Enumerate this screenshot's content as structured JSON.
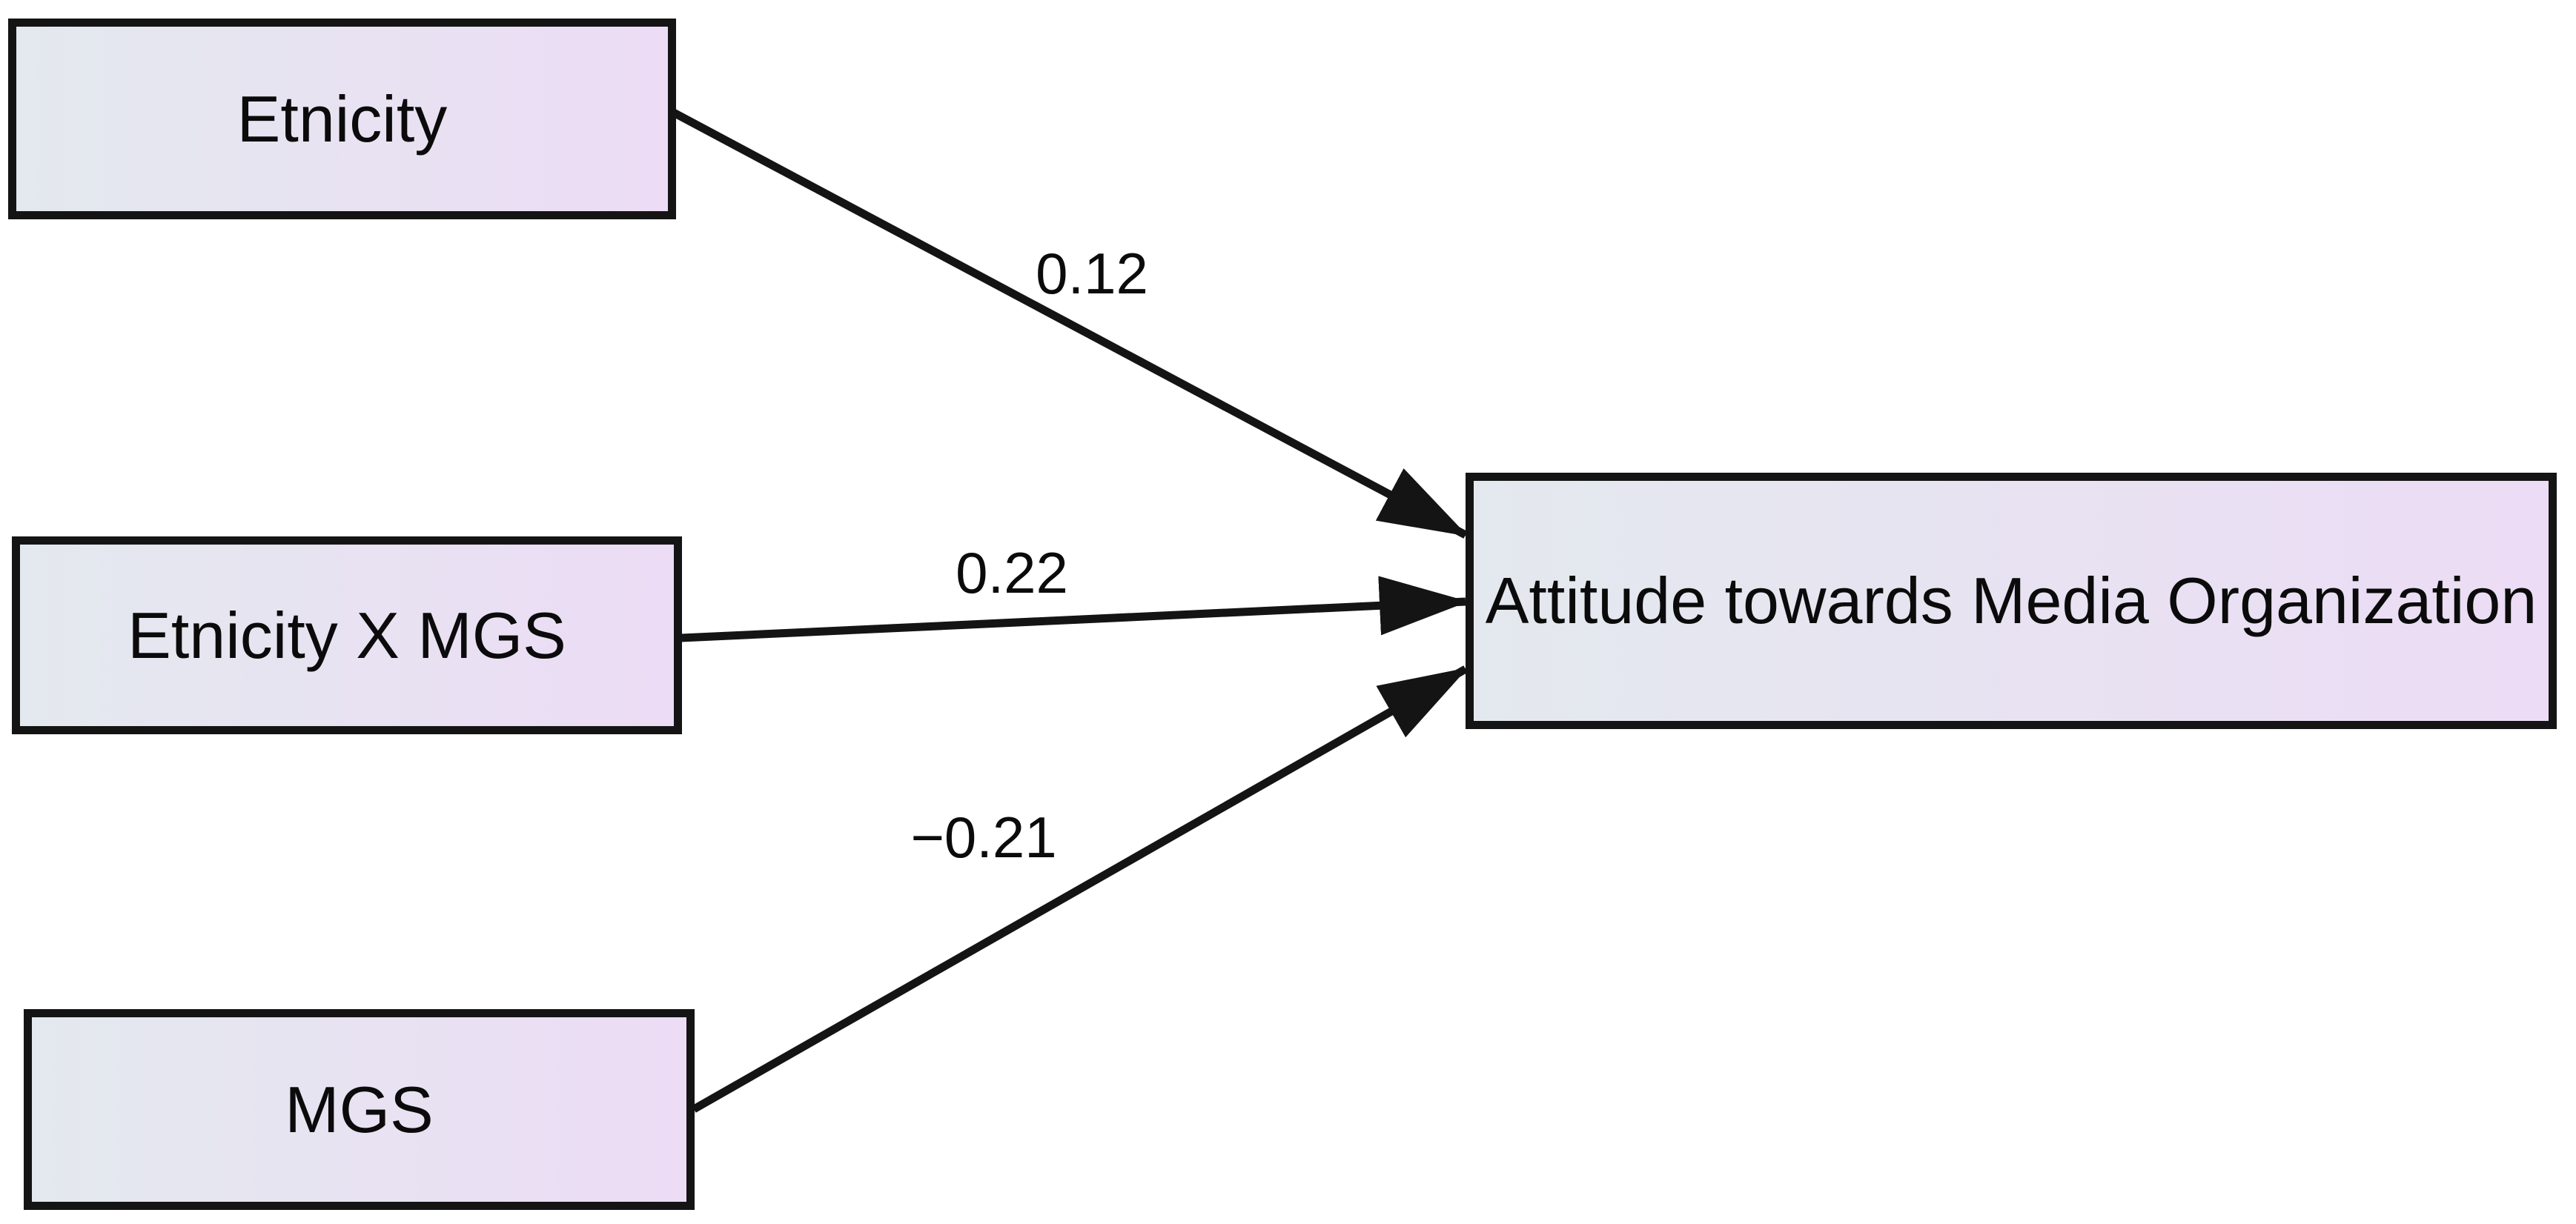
{
  "colors": {
    "bg": "#ffffff",
    "node-fill-left": "#e3e9ee",
    "node-fill-right": "#ecdcf5",
    "node-border": "#141414",
    "arrow": "#141414",
    "text": "#0b0b0b"
  },
  "diagram": {
    "type": "path-diagram",
    "description": "Regression path model with three predictors pointing to one outcome",
    "nodes": [
      {
        "id": "etnicity",
        "label": "Etnicity",
        "role": "predictor"
      },
      {
        "id": "etnicity-x-mgs",
        "label": "Etnicity X MGS",
        "role": "predictor"
      },
      {
        "id": "mgs",
        "label": "MGS",
        "role": "predictor"
      },
      {
        "id": "attitude",
        "label": "Attitude towards Media Organization",
        "role": "outcome"
      }
    ],
    "edges": [
      {
        "from": "etnicity",
        "to": "attitude",
        "label": "0.12"
      },
      {
        "from": "etnicity-x-mgs",
        "to": "attitude",
        "label": "0.22"
      },
      {
        "from": "mgs",
        "to": "attitude",
        "label": "−0.21"
      }
    ]
  }
}
